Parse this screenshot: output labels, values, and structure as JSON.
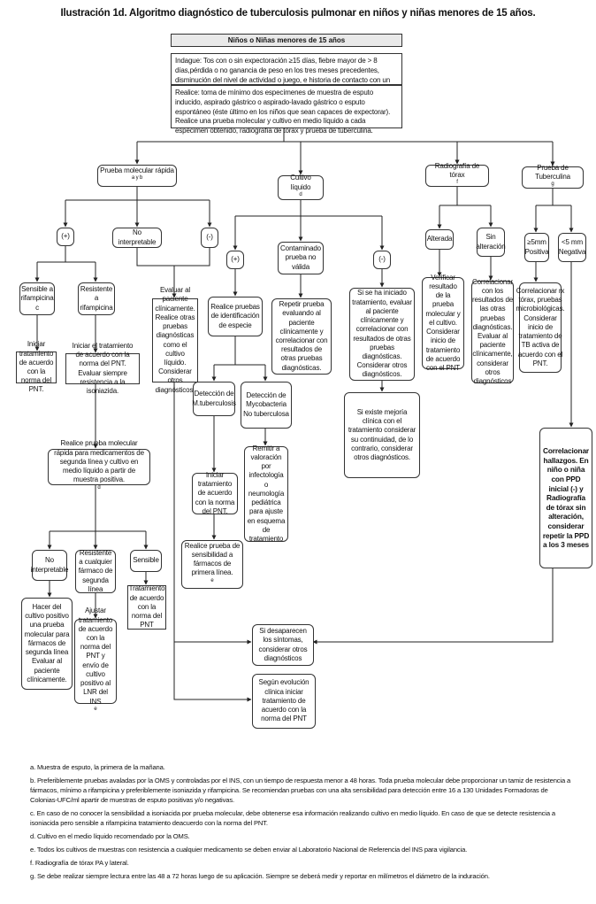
{
  "title": "Ilustración 1d. Algoritmo diagnóstico de tuberculosis pulmonar en niños y niñas menores de 15 años.",
  "header": {
    "label": "Niños o Niñas menores de 15 años",
    "indague": "Indague: Tos con o sin expectoración ≥15 días, fiebre mayor de > 8 días,pérdida o no ganancia de peso en los tres meses precedentes, disminución del nivel de actividad o juego, e historia de contacto con un adulto con tuberculosis.",
    "realice1": "Realice: toma de mínimo dos especímenes de muestra de esputo inducido, aspirado gástrico o aspirado-lavado gástrico o esputo espontáneo (éste último en los niños que sean capaces de expectorar).",
    "realice2": "Realice una prueba molecular y cultivo en medio líquido a cada espécimen obtenido, radiografía de tórax y prueba de tuberculina."
  },
  "nodes": {
    "prueba_molecular": "Prueba molecular rápida",
    "prueba_molecular_sup": "a y b",
    "cultivo": "Cultivo líquido",
    "cultivo_sup": "d",
    "radiografia": "Radiografía de tórax",
    "radiografia_sup": "f",
    "tuberculina": "Prueba de Tuberculina",
    "tuberculina_sup": "g",
    "pm_pos": "(+)",
    "pm_noint": "No interpretable",
    "pm_neg": "(-)",
    "sensible_rif": "Sensible a rifampicina c",
    "resistente_rif": "Resistente a rifampicina",
    "iniciar_pnt1": "Iniciar tratamiento de acuerdo con la norma del PNT.",
    "iniciar_resist": "Iniciar el tratamiento de acuerdo con la norma del PNT. Evaluar siempre resistencia a la isoniazida.",
    "evaluar_pm": "Evaluar al paciente clínicamente. Realice otras pruebas diagnósticas como el cultivo líquido. Considerar otros diagnósticos.",
    "realice_pm2": "Realice prueba molecular rápida para medicamentos de segunda línea y cultivo en medio líquido a partir de muestra positiva.",
    "realice_pm2_sup": "d",
    "no_interpretable2": "No interpretable",
    "resistente_cualquier": "Resistente a cualquier fármaco de segunda línea",
    "sensible2": "Sensible",
    "hacer_cultivo": "Hacer del cultivo positivo una prueba molecular para fármacos de segunda línea Evaluar al paciente clínicamente.",
    "ajustar": "Ajustar tratamiento de acuerdo con la norma del PNT y envío de cultivo positivo al LNR del INS",
    "ajustar_sup": "e",
    "tratamiento_pnt": "Tratamiento de acuerdo con la norma del PNT",
    "cl_pos": "(+)",
    "contaminado": "Contaminado prueba no válida",
    "cl_neg": "(-)",
    "identificacion": "Realice pruebas de identificación de especie",
    "repetir": "Repetir prueba evaluando al paciente clínicamente y correlacionar con resultados de otras pruebas diagnósticas.",
    "si_iniciado": "Si se ha iniciado tratamiento, evaluar al paciente clínicamente y correlacionar con resultados de otras pruebas diagnósticas. Considerar otros diagnósticos.",
    "deteccion_mtb": "Detección de M.tuberculosis",
    "deteccion_myco": "Detección de Mycobacteria No tuberculosa",
    "si_existe": "Si existe mejoría clínica con el tratamiento considerar su continuidad, de lo contrario, considerar otros diagnósticos.",
    "iniciar_pnt2": "Iniciar tratamiento de acuerdo con la norma del PNT.",
    "remitir": "Remitir a valoración por infectología o neumología pediátrica para ajuste en esquema de tratamiento",
    "realice_sensib": "Realice prueba de sensibilidad a fármacos de primera línea.",
    "realice_sensib_sup": "e",
    "alterada": "Alterada",
    "sin_alteracion": "Sin alteración",
    "verificar": "Verificar resultado de la prueba molecular y el cultivo. Considerar inicio de tratamiento de acuerdo con el PNT",
    "correlacionar_rx": "Correlacionar con los resultados de las otras pruebas diagnósticas. Evaluar al paciente clínicamente, considerar otros diagnósticos",
    "mayor5": "≥5mm Positiva",
    "menor5": "<5 mm Negativa",
    "correlacionar_tx": "Correlacionar rx tórax, pruebas microbiológicas. Considerar inicio de tratamiento de TB activa de acuerdo con el PNT.",
    "correlacionar_hall": "Correlacionar hallazgos. En niño o niña con PPD inicial (-) y Radiografía de tórax sin alteración, considerar repetir la PPD a los 3 meses",
    "si_desaparecen": "Si desaparecen los síntomas, considerar otros diagnósticos",
    "segun_evolucion": "Según evolución clínica iniciar tratamiento de acuerdo con la norma del PNT"
  },
  "notes": [
    "a. Muestra de esputo, la primera de la mañana.",
    "b. Preferiblemente pruebas avaladas por la OMS y controladas por el INS, con un tiempo de respuesta menor a 48 horas. Toda prueba molecular debe proporcionar un tamiz de resistencia a fármacos, mínimo a rifampicina y preferiblemente isoniazida y rifampicina. Se recomiendan pruebas con una alta sensibilidad para detección entre 16 a 130 Unidades Formadoras de Colonias-UFC/ml apartir de muestras de esputo positivas y/o negativas.",
    "c. En caso de no conocer la sensibilidad a isoniacida por prueba molecular, debe obtenerse esa información realizando cultivo en medio líquido. En caso de que se detecte resistencia a isoniacida pero sensible a rifampicina tratamiento deacuerdo con la norma del PNT.",
    "d. Cultivo en el medio líquido recomendado por la OMS.",
    "e. Todos los cultivos de muestras con resistencia a cualquier medicamento se deben enviar al Laboratorio Nacional de Referencia del INS para vigilancia.",
    "f. Radiografía de tórax PA y lateral.",
    "g. Se debe realizar siempre lectura entre las 48 a 72 horas luego de su aplicación. Siempre se deberá medir y reportar en milímetros el diámetro de la induración."
  ]
}
